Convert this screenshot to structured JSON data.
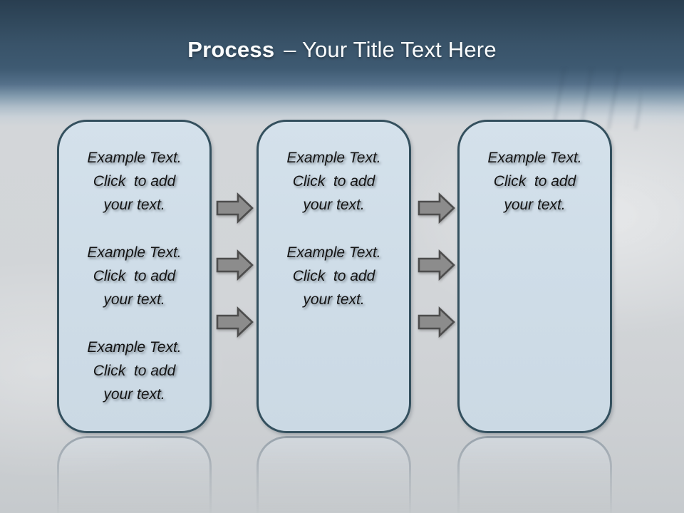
{
  "slide": {
    "title": {
      "keyword": "Process",
      "subtitle": "– Your Title Text Here"
    },
    "boxes": [
      {
        "paragraphs": [
          "Example Text.\nClick  to add\nyour text.",
          "Example Text.\nClick  to add\nyour text.",
          "Example Text.\nClick  to add\nyour text."
        ]
      },
      {
        "paragraphs": [
          "Example Text.\nClick  to add\nyour text.",
          "Example Text.\nClick  to add\nyour text."
        ]
      },
      {
        "paragraphs": [
          "Example Text.\nClick  to add\nyour text."
        ]
      }
    ],
    "arrows": {
      "icon": "arrow-right",
      "count_between_each_stage": 3
    },
    "colors": {
      "header_blue_top": "#293e50",
      "header_blue": "#3e5a72",
      "background_gray": "#d2d5d8",
      "box_fill": "#cfdde8",
      "box_border": "#34505e",
      "arrow_fill": "#8c8c8c",
      "arrow_border": "#4d4d4d",
      "title_text": "#fafcfd",
      "body_text": "#141414"
    }
  }
}
